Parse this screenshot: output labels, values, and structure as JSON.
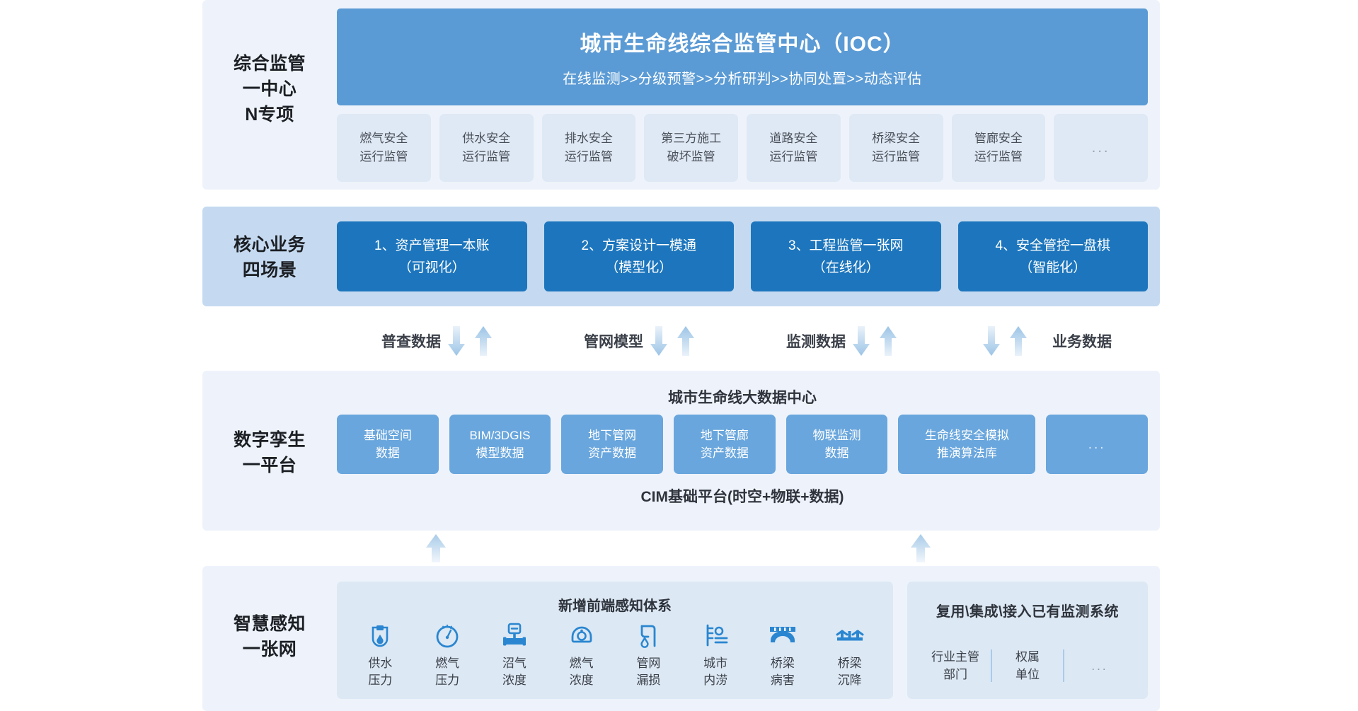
{
  "colors": {
    "page_bg": "#ffffff",
    "band_bg": "#eef3fb",
    "band_bg_alt": "#c5daf0",
    "banner_blue": "#5b9bd5",
    "scene_blue": "#1d76bd",
    "data_card_blue": "#69a6dd",
    "spec_card_blue": "#dfe9f5",
    "panel_blue": "#dce8f4",
    "icon_blue": "#2a86d0",
    "arrow_blue": "#bcd8ef",
    "text_dark": "#1c1f24"
  },
  "sections": {
    "monitoring": {
      "label_lines": [
        "综合监管",
        "一中心",
        "N专项"
      ],
      "banner": {
        "title": "城市生命线综合监管中心（IOC）",
        "subtitle": "在线监测>>分级预警>>分析研判>>协同处置>>动态评估"
      },
      "cards": [
        {
          "line1": "燃气安全",
          "line2": "运行监管"
        },
        {
          "line1": "供水安全",
          "line2": "运行监管"
        },
        {
          "line1": "排水安全",
          "line2": "运行监管"
        },
        {
          "line1": "第三方施工",
          "line2": "破坏监管"
        },
        {
          "line1": "道路安全",
          "line2": "运行监管"
        },
        {
          "line1": "桥梁安全",
          "line2": "运行监管"
        },
        {
          "line1": "管廊安全",
          "line2": "运行监管"
        },
        {
          "line1": "...",
          "line2": ""
        }
      ]
    },
    "core_business": {
      "label_lines": [
        "核心业务",
        "四场景"
      ],
      "scenes": [
        {
          "line1": "1、资产管理一本账",
          "line2": "（可视化）"
        },
        {
          "line1": "2、方案设计一模通",
          "line2": "（模型化）"
        },
        {
          "line1": "3、工程监管一张网",
          "line2": "（在线化）"
        },
        {
          "line1": "4、安全管控一盘棋",
          "line2": "（智能化）"
        }
      ]
    },
    "flow": {
      "labels": [
        "普查数据",
        "管网模型",
        "监测数据",
        "业务数据"
      ]
    },
    "digital_twin": {
      "label_lines": [
        "数字孪生",
        "一平台"
      ],
      "center_title": "城市生命线大数据中心",
      "footer_title": "CIM基础平台(时空+物联+数据)",
      "cards": [
        {
          "line1": "基础空间",
          "line2": "数据"
        },
        {
          "line1": "BIM/3DGIS",
          "line2": "模型数据"
        },
        {
          "line1": "地下管网",
          "line2": "资产数据"
        },
        {
          "line1": "地下管廊",
          "line2": "资产数据"
        },
        {
          "line1": "物联监测",
          "line2": "数据"
        },
        {
          "line1": "生命线安全模拟",
          "line2": "推演算法库"
        },
        {
          "line1": "...",
          "line2": ""
        }
      ]
    },
    "perception": {
      "label_lines": [
        "智慧感知",
        "一张网"
      ],
      "new_sensing": {
        "title": "新增前端感知体系",
        "sensors": [
          {
            "icon": "water-pressure-icon",
            "line1": "供水",
            "line2": "压力"
          },
          {
            "icon": "gas-pressure-gauge-icon",
            "line1": "燃气",
            "line2": "压力"
          },
          {
            "icon": "biogas-meter-icon",
            "line1": "沼气",
            "line2": "浓度"
          },
          {
            "icon": "gas-concentration-icon",
            "line1": "燃气",
            "line2": "浓度"
          },
          {
            "icon": "pipe-leak-icon",
            "line1": "管网",
            "line2": "漏损"
          },
          {
            "icon": "urban-flood-icon",
            "line1": "城市",
            "line2": "内涝"
          },
          {
            "icon": "bridge-damage-icon",
            "line1": "桥梁",
            "line2": "病害"
          },
          {
            "icon": "bridge-settlement-icon",
            "line1": "桥梁",
            "line2": "沉降"
          }
        ]
      },
      "legacy": {
        "title": "复用\\集成\\接入已有监测系统",
        "items": [
          {
            "line1": "行业主管",
            "line2": "部门"
          },
          {
            "line1": "权属",
            "line2": "单位"
          },
          {
            "line1": "...",
            "line2": ""
          }
        ]
      }
    }
  }
}
